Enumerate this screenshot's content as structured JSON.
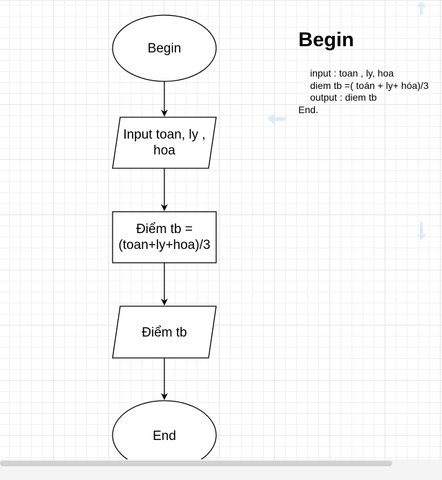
{
  "flowchart": {
    "begin_label": "Begin",
    "input_label": "Input toan, ly , hoa",
    "process_label": "Điểm tb = (toan+ly+hoa)/3",
    "output_label": "Điểm tb",
    "end_label": "End"
  },
  "pseudocode": {
    "title": "Begin",
    "lines": [
      "input : toan , ly, hoa",
      "diem tb =( toán + ly+ hóa)/3",
      "output : diem tb",
      "End."
    ]
  },
  "colors": {
    "shape_stroke": "#000000",
    "hint_arrow": "#dbeaf7",
    "grid_major": "#e4e4e4",
    "grid_minor": "#f1f1f1"
  }
}
